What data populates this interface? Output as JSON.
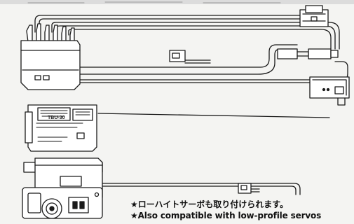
{
  "captions": {
    "japanese": "★ローハイトサーボも取り付けられます。",
    "english": "★Also compatible with low-profile servos"
  },
  "illustration": {
    "items": [
      "esc-unit",
      "switch-unit",
      "receiver-unit",
      "servo-unit"
    ],
    "line_color": "#1a1a1a",
    "fill_color": "#ffffff",
    "background": "#f4f4f2"
  }
}
